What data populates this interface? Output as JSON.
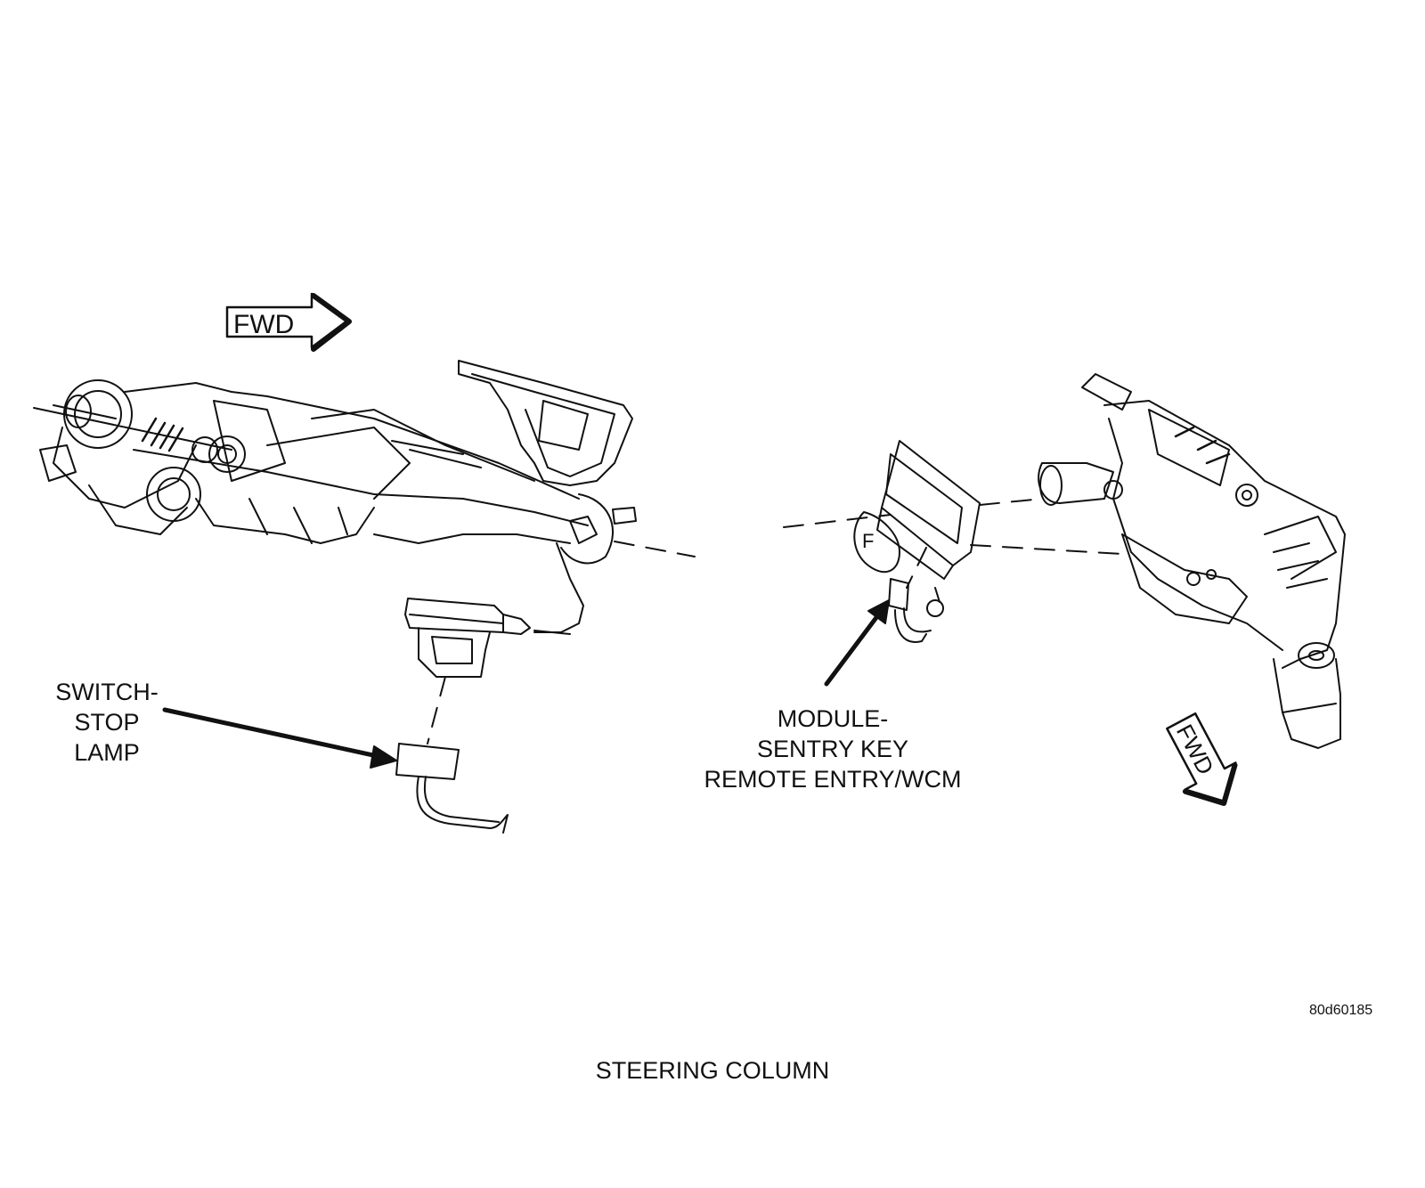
{
  "labels": {
    "switch_stop_lamp": "SWITCH-\nSTOP\nLAMP",
    "module_sentry_key": "MODULE-\nSENTRY KEY\nREMOTE ENTRY/WCM",
    "fwd_arrow_left": "FWD",
    "fwd_arrow_right": "FWD",
    "figure_code": "80d60185",
    "caption": "STEERING COLUMN"
  },
  "colors": {
    "line": "#111111",
    "background": "#ffffff"
  }
}
